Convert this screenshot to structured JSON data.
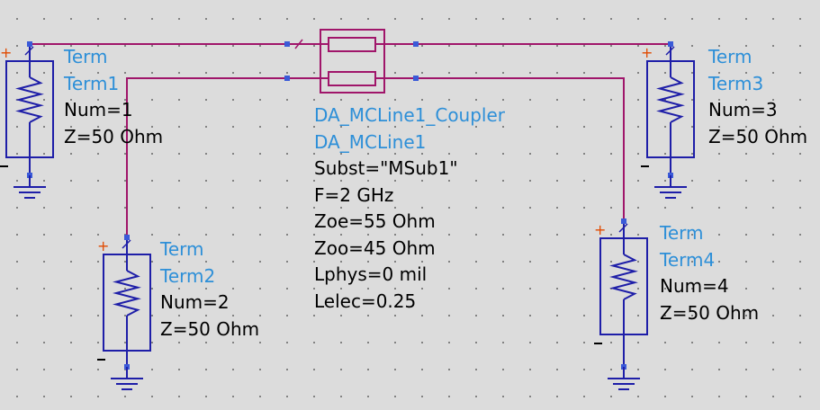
{
  "terms": [
    {
      "type": "Term",
      "name": "Term1",
      "num": "Num=1",
      "z": "Z=50 Ohm"
    },
    {
      "type": "Term",
      "name": "Term2",
      "num": "Num=2",
      "z": "Z=50 Ohm"
    },
    {
      "type": "Term",
      "name": "Term3",
      "num": "Num=3",
      "z": "Z=50 Ohm"
    },
    {
      "type": "Term",
      "name": "Term4",
      "num": "Num=4",
      "z": "Z=50 Ohm"
    }
  ],
  "coupler": {
    "type": "DA_MCLine1_Coupler",
    "name": "DA_MCLine1",
    "params": [
      "Subst=\"MSub1\"",
      "F=2 GHz",
      "Zoe=55 Ohm",
      "Zoo=45 Ohm",
      "Lphys=0 mil",
      "Lelec=0.25"
    ]
  },
  "colors": {
    "wire": "#a0156a",
    "component": "#1e1ea8",
    "pin": "#3a5ad8",
    "plus": "#e04a00",
    "label_blue": "#2d8fd8",
    "text": "#000000"
  }
}
